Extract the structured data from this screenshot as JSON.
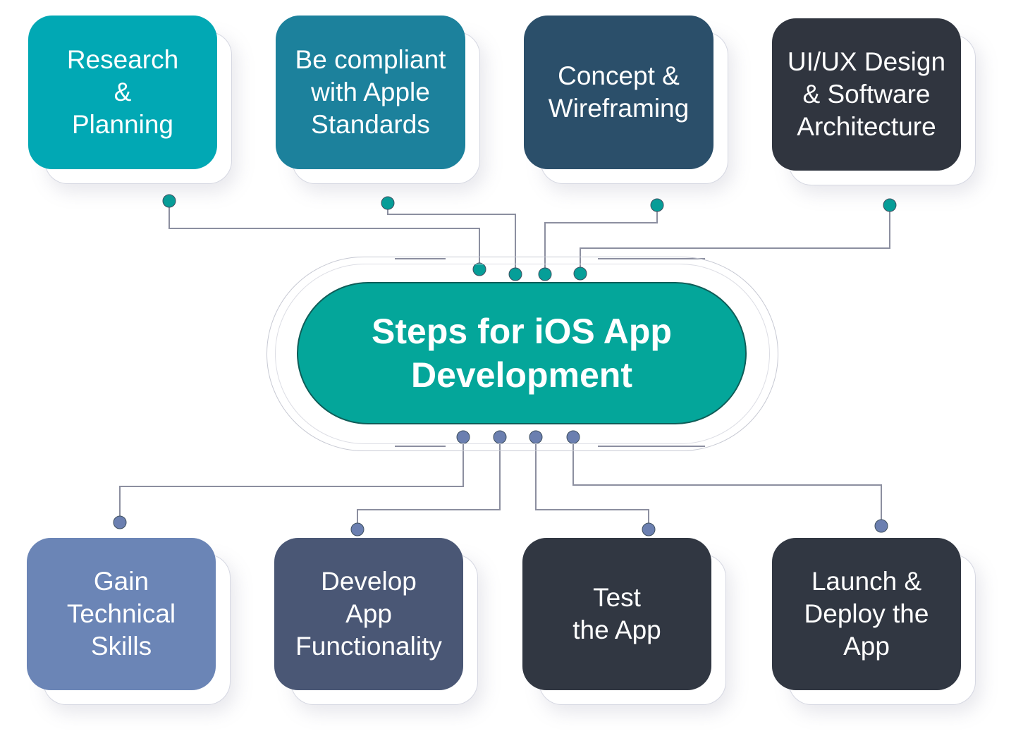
{
  "diagram": {
    "center": {
      "lines": [
        "Steps for iOS App",
        "Development"
      ],
      "color": "#04a69a"
    },
    "top_steps": [
      {
        "lines": [
          "Research",
          "&",
          "Planning"
        ],
        "color": "#01a8b4"
      },
      {
        "lines": [
          "Be compliant",
          "with Apple",
          "Standards"
        ],
        "color": "#1c819c"
      },
      {
        "lines": [
          "Concept &",
          "Wireframing"
        ],
        "color": "#2b4f6a"
      },
      {
        "lines": [
          "UI/UX Design",
          "& Software",
          "Architecture"
        ],
        "color": "#30353f"
      }
    ],
    "bottom_steps": [
      {
        "lines": [
          "Gain",
          "Technical",
          "Skills"
        ],
        "color": "#6b85b6"
      },
      {
        "lines": [
          "Develop",
          "App",
          "Functionality"
        ],
        "color": "#4a5775"
      },
      {
        "lines": [
          "Test",
          "the App"
        ],
        "color": "#313742"
      },
      {
        "lines": [
          "Launch &",
          "Deploy the",
          "App"
        ],
        "color": "#313742"
      }
    ],
    "connector_colors": {
      "top_dot": "#069e98",
      "bottom_dot": "#6b7fb0",
      "line": "#8c8fa0"
    }
  }
}
